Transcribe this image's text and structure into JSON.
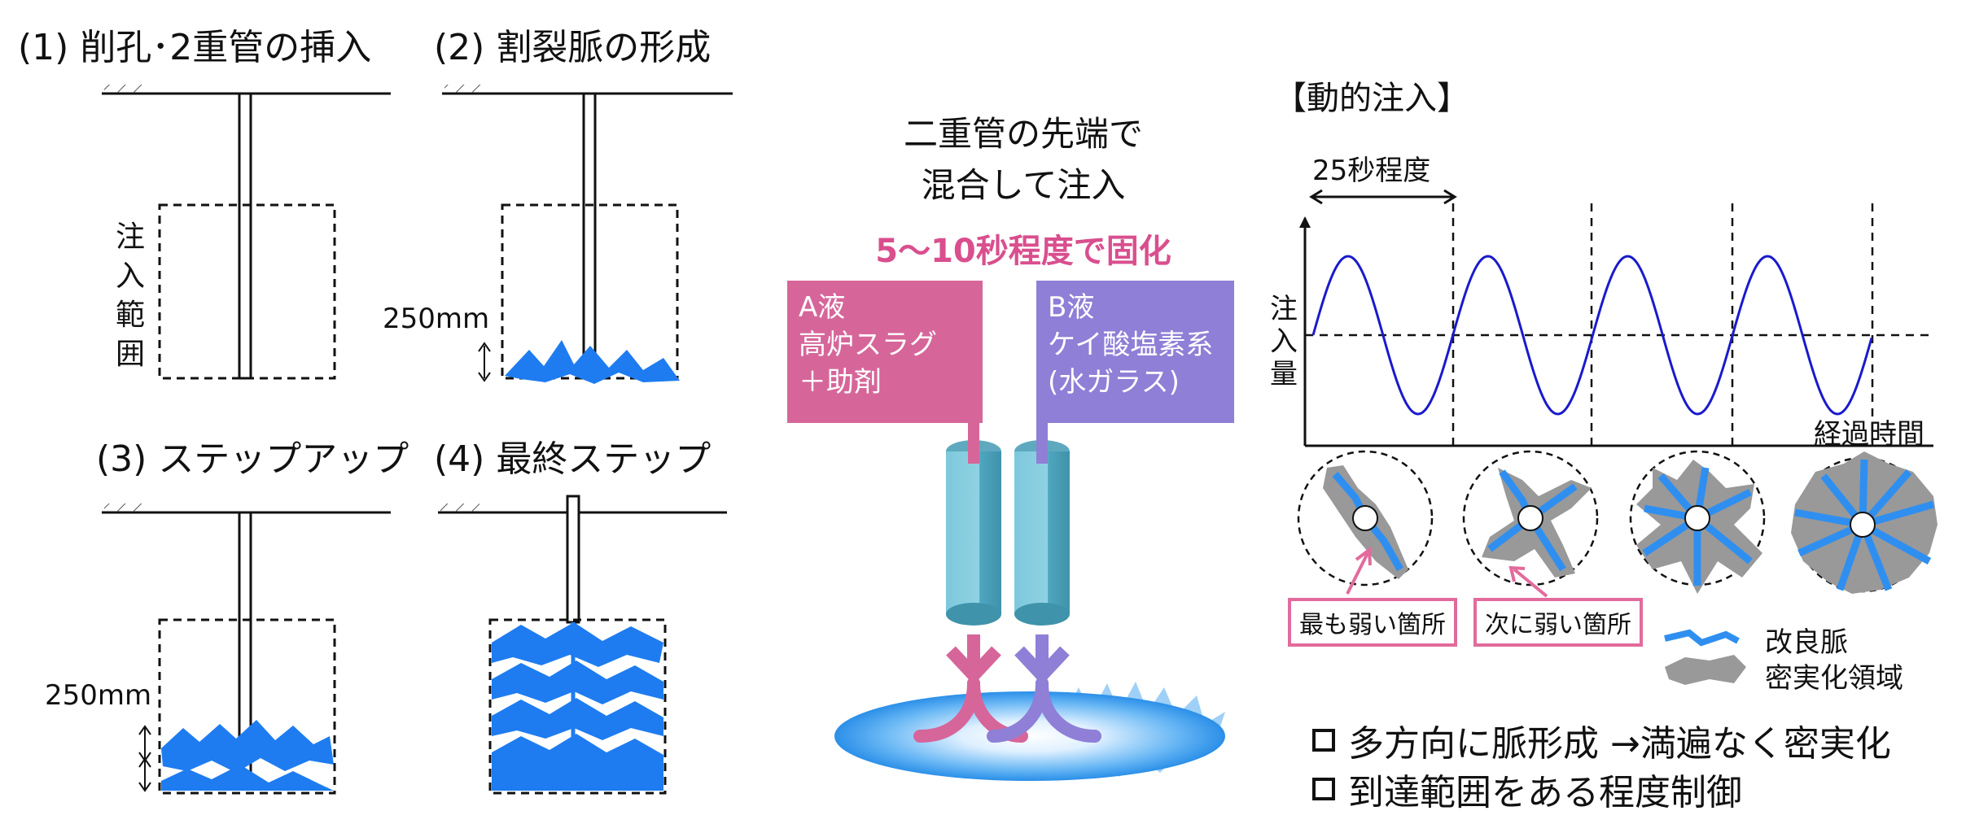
{
  "steps": [
    {
      "title": "(1) 削孔･2重管の挿入",
      "range_label": [
        "注",
        "入",
        "範",
        "囲"
      ]
    },
    {
      "title": "(2) 割裂脈の形成",
      "dim": "250mm"
    },
    {
      "title": "(3) ステップアップ",
      "dim": "250mm"
    },
    {
      "title": "(4) 最終ステップ"
    }
  ],
  "mixing": {
    "text_line1": "二重管の先端で",
    "text_line2": "混合して注入",
    "highlight": "5～10秒程度で固化",
    "liquid_a": {
      "name": "A液",
      "line1": "高炉スラグ",
      "line2": "＋助剤",
      "color": "#d6669a"
    },
    "liquid_b": {
      "name": "B液",
      "line1": "ケイ酸塩素系",
      "line2": "(水ガラス)",
      "color": "#8f7fd6"
    }
  },
  "dynamic": {
    "title": "【動的注入】",
    "period": "25秒程度",
    "ylabel": [
      "注",
      "入",
      "量"
    ],
    "xlabel": "経過時間",
    "wave_color": "#1a1acc"
  },
  "callouts": {
    "weakest": "最も弱い箇所",
    "next_weakest": "次に弱い箇所"
  },
  "legend": {
    "vein": "改良脈",
    "densified": "密実化領域",
    "vein_color": "#2f8ff0",
    "densified_color": "#999999"
  },
  "bullets": [
    "多方向に脈形成 →満遍なく密実化",
    "到達範囲をある程度制御"
  ]
}
